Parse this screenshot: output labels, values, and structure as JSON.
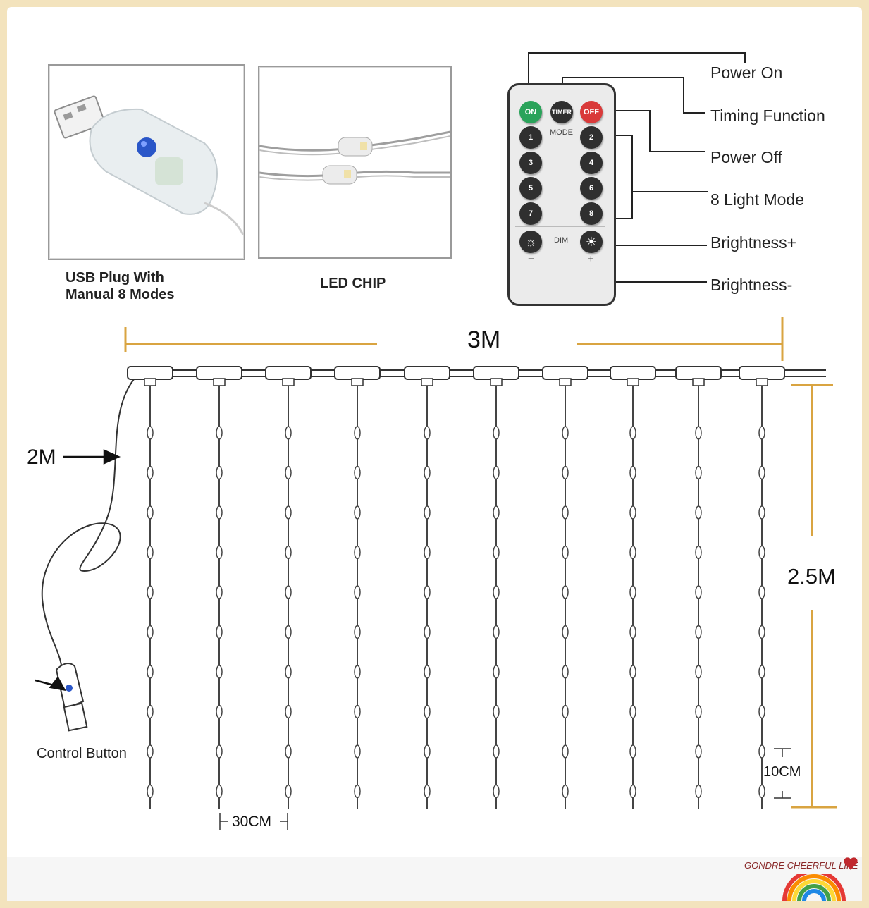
{
  "remote_labels": {
    "power_on": "Power On",
    "timing_function": "Timing Function",
    "power_off": "Power Off",
    "light_modes": "8 Light Mode",
    "brightness_up": "Brightness+",
    "brightness_down": "Brightness-"
  },
  "remote": {
    "on": "ON",
    "timer": "TIMER",
    "off": "OFF",
    "mode": "MODE",
    "dim": "DIM",
    "minus": "−",
    "plus": "+",
    "numbers": [
      "1",
      "2",
      "3",
      "4",
      "5",
      "6",
      "7",
      "8"
    ]
  },
  "captions": {
    "usb_line1": "USB Plug With",
    "usb_line2": "Manual 8 Modes",
    "led_chip": "LED CHIP",
    "control_button": "Control Button"
  },
  "dimensions": {
    "width": "3M",
    "height": "2.5M",
    "cable": "2M",
    "strand_spacing": "30CM",
    "led_spacing": "10CM"
  },
  "brand": "GONDRE CHEERFUL LIFE",
  "colors": {
    "background": "#f3e3bd",
    "dimension_line": "#d9a441",
    "on_button": "#2aa35a",
    "off_button": "#d93a3a",
    "button_dark": "#2f2f2f",
    "usb_blue": "#2a56c8"
  },
  "icons": [
    "usb-plug-icon",
    "led-chip-icon",
    "sun-dim-icon",
    "sun-bright-icon",
    "heart-icon",
    "rainbow-icon"
  ]
}
